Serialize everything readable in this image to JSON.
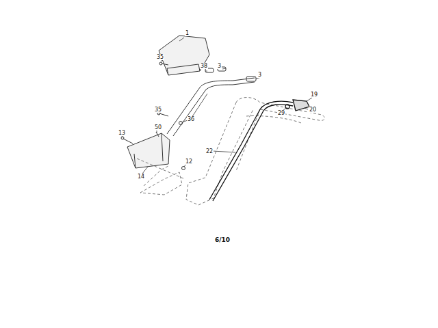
{
  "diagram": {
    "labels": [
      "1",
      "35",
      "38",
      "3",
      "3",
      "35",
      "36",
      "13",
      "50",
      "14",
      "12",
      "19",
      "20",
      "29",
      "22",
      "6/10"
    ]
  }
}
